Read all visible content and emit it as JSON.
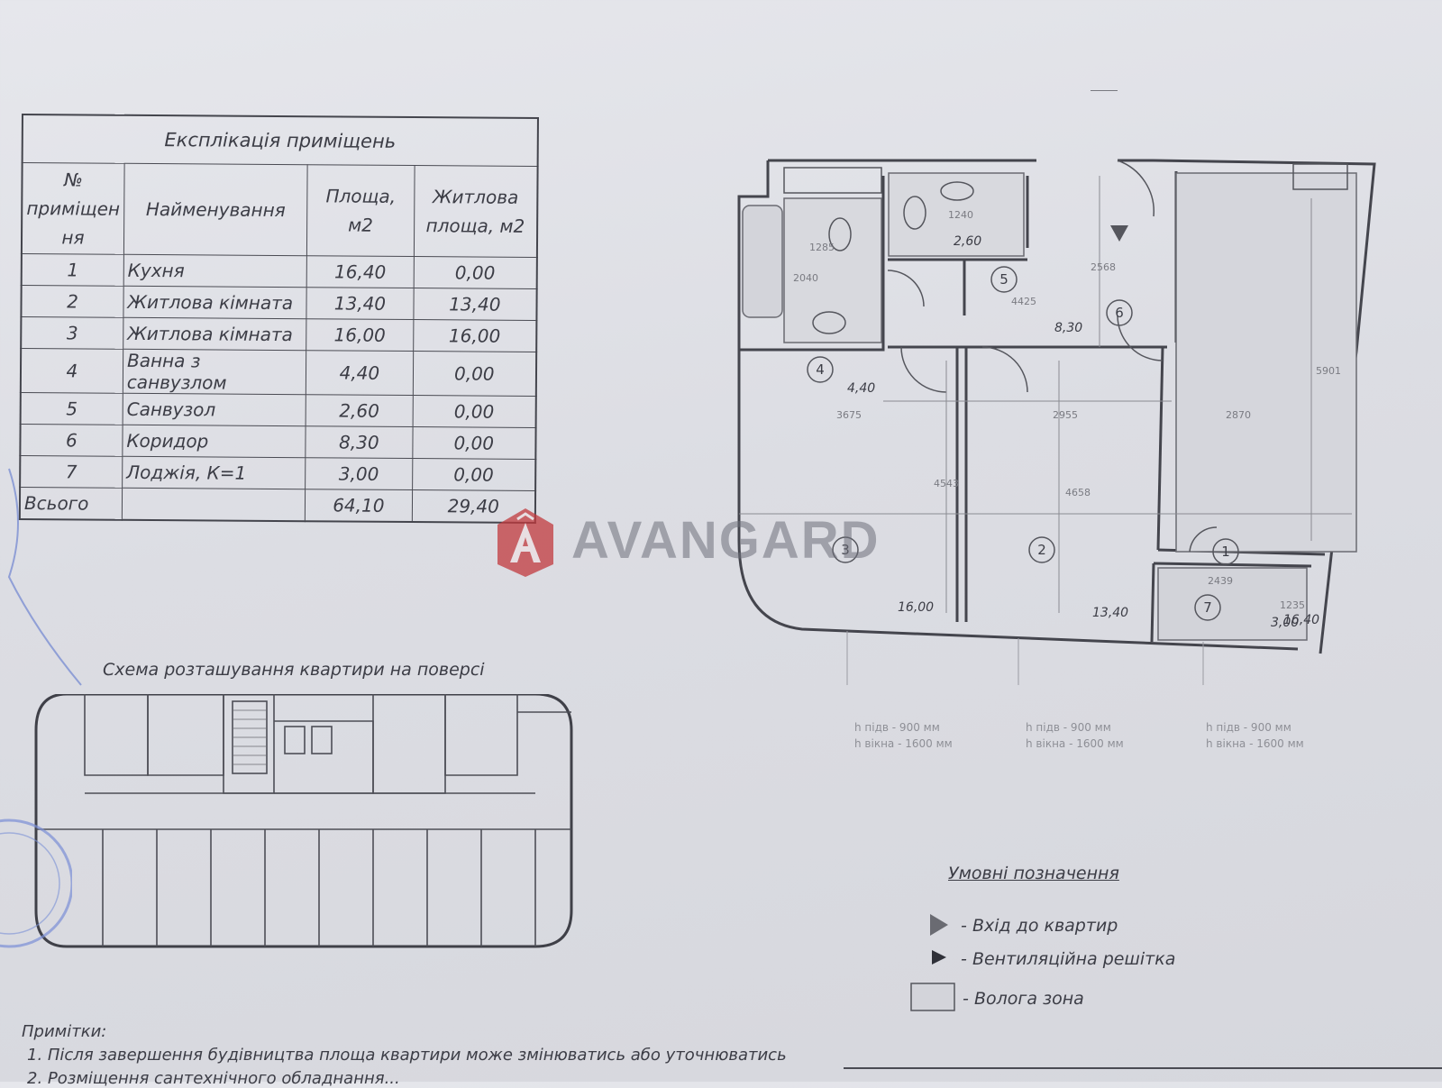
{
  "table": {
    "title": "Експлікація приміщень",
    "headers": {
      "num": "№ приміщен ня",
      "name": "Найменування",
      "area": "Площа, м2",
      "living": "Житлова площа, м2"
    },
    "rows": [
      {
        "num": "1",
        "name": "Кухня",
        "area": "16,40",
        "living": "0,00"
      },
      {
        "num": "2",
        "name": "Житлова кімната",
        "area": "13,40",
        "living": "13,40"
      },
      {
        "num": "3",
        "name": "Житлова кімната",
        "area": "16,00",
        "living": "16,00"
      },
      {
        "num": "4",
        "name": "Ванна з санвузлом",
        "area": "4,40",
        "living": "0,00"
      },
      {
        "num": "5",
        "name": "Санвузол",
        "area": "2,60",
        "living": "0,00"
      },
      {
        "num": "6",
        "name": "Коридор",
        "area": "8,30",
        "living": "0,00"
      },
      {
        "num": "7",
        "name": "Лоджія, К=1",
        "area": "3,00",
        "living": "0,00"
      }
    ],
    "total": {
      "label": "Всього",
      "area": "64,10",
      "living": "29,40"
    }
  },
  "watermark": "AVANGARD",
  "floor_scheme_title": "Схема розташування квартири на поверсі",
  "plan": {
    "room_numbers": [
      "1",
      "2",
      "3",
      "4",
      "5",
      "6",
      "7"
    ],
    "room_areas": {
      "r1": "16,40",
      "r2": "13,40",
      "r3": "16,00",
      "r4": "4,40",
      "r5": "2,60",
      "r6": "8,30",
      "r7": "3,00"
    },
    "dimensions": {
      "d1": "3675",
      "d2": "2955",
      "d3": "2870",
      "d4": "4543",
      "d5": "4658",
      "d6": "5901",
      "d7": "2568",
      "d8": "4425",
      "d9": "2040",
      "d10": "1285",
      "d11": "1240",
      "d12": "2439",
      "d13": "1235"
    },
    "window_notes": [
      {
        "sill": "h підв - 900 мм",
        "window": "h вікна - 1600 мм"
      },
      {
        "sill": "h підв - 900 мм",
        "window": "h вікна - 1600 мм"
      },
      {
        "sill": "h підв - 900 мм",
        "window": "h вікна - 1600 мм"
      }
    ]
  },
  "legend": {
    "title": "Умовні позначення",
    "items": [
      {
        "icon": "entrance-triangle-icon",
        "label": "- Вхід до квартир"
      },
      {
        "icon": "vent-triangle-icon",
        "label": "- Вентиляційна решітка"
      },
      {
        "icon": "wet-zone-box-icon",
        "label": "- Волога зона"
      }
    ]
  },
  "notes": {
    "title": "Примітки:",
    "items": [
      "1. Після завершення будівництва площа квартири може змінюватись або уточнюватись",
      "2. Розміщення сантехнічного обладнання..."
    ]
  },
  "colors": {
    "ink": "#3c3d46",
    "paper": "#e2e3e8",
    "wet": "#cfd0d6",
    "watermark_red": "#c23a3e"
  }
}
